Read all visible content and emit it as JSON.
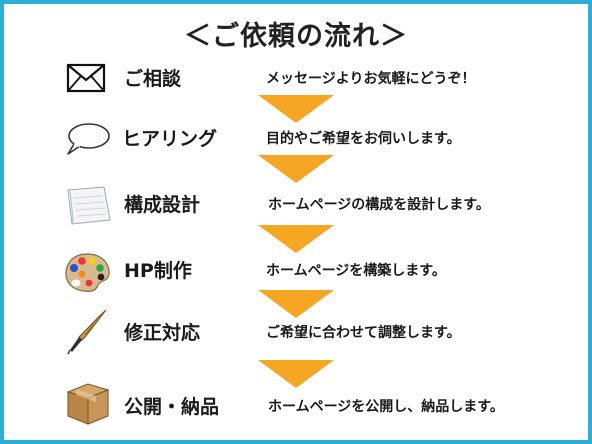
{
  "title": "＜ご依頼の流れ＞",
  "colors": {
    "border": "#2ab0d6",
    "arrow": "#f5a623"
  },
  "steps": [
    {
      "icon": "envelope-icon",
      "label": "ご相談",
      "description": "メッセージよりお気軽にどうぞ！"
    },
    {
      "icon": "speech-bubble-icon",
      "label": "ヒアリング",
      "description": "目的やご希望をお伺いします。"
    },
    {
      "icon": "paper-sketch-icon",
      "label": "構成設計",
      "description": "ホームページの構成を設計します。"
    },
    {
      "icon": "palette-icon",
      "label": "HP制作",
      "description": "ホームページを構築します。"
    },
    {
      "icon": "pen-nib-icon",
      "label": "修正対応",
      "description": "ご希望に合わせて調整します。"
    },
    {
      "icon": "cardboard-box-icon",
      "label": "公開・納品",
      "description": "ホームページを公開し、納品します。"
    }
  ]
}
